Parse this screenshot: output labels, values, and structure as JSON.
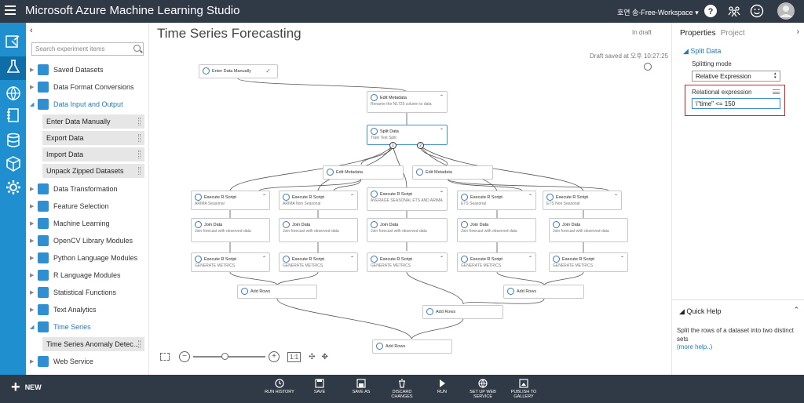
{
  "app": {
    "title": "Microsoft Azure Machine Learning Studio",
    "workspace": "호연 송-Free-Workspace"
  },
  "palette": {
    "search_placeholder": "Search experiment items",
    "categories": [
      {
        "label": "Saved Datasets",
        "icon": "datasets-icon"
      },
      {
        "label": "Data Format Conversions",
        "icon": "convert-icon"
      },
      {
        "label": "Data Input and Output",
        "icon": "io-icon"
      },
      {
        "label": "Data Transformation",
        "icon": "transform-icon"
      },
      {
        "label": "Feature Selection",
        "icon": "feature-icon"
      },
      {
        "label": "Machine Learning",
        "icon": "ml-icon"
      },
      {
        "label": "OpenCV Library Modules",
        "icon": "opencv-icon"
      },
      {
        "label": "Python Language Modules",
        "icon": "python-icon"
      },
      {
        "label": "R Language Modules",
        "icon": "r-icon"
      },
      {
        "label": "Statistical Functions",
        "icon": "stats-icon"
      },
      {
        "label": "Text Analytics",
        "icon": "text-icon"
      },
      {
        "label": "Time Series",
        "icon": "timeseries-icon"
      },
      {
        "label": "Web Service",
        "icon": "web-icon"
      }
    ],
    "io_items": [
      "Enter Data Manually",
      "Export Data",
      "Import Data",
      "Unpack Zipped Datasets"
    ],
    "ts_items": [
      "Time Series Anomaly Detec..."
    ]
  },
  "experiment": {
    "title": "Time Series Forecasting",
    "status": "In draft",
    "saved": "Draft saved at 오후 10:27:25"
  },
  "nodes": {
    "enter": {
      "title": "Enter Data Manually"
    },
    "edit1": {
      "title": "Edit Metadata",
      "sub": "Rename the N1725 column to data"
    },
    "split": {
      "title": "Split Data",
      "sub": "Train Test Split"
    },
    "edit2": {
      "title": "Edit Metadata"
    },
    "edit3": {
      "title": "Edit Metadata"
    },
    "r1": {
      "title": "Execute R Script",
      "sub": "ARIMA Seasonal"
    },
    "r2": {
      "title": "Execute R Script",
      "sub": "ARIMA Non Seasonal"
    },
    "r3": {
      "title": "Execute R Script",
      "sub": "AVERAGE SEASONAL ETS AND ARIMA"
    },
    "r4": {
      "title": "Execute R Script",
      "sub": "ETS Seasonal"
    },
    "r5": {
      "title": "Execute R Script",
      "sub": "ETS Non Seasonal"
    },
    "j1": {
      "title": "Join Data",
      "sub": "Join forecast with observed data"
    },
    "j2": {
      "title": "Join Data",
      "sub": "Join forecast with observed data"
    },
    "j3": {
      "title": "Join Data",
      "sub": "Join forecast with observed data"
    },
    "j4": {
      "title": "Join Data",
      "sub": "Join forecast with observed data"
    },
    "j5": {
      "title": "Join Data",
      "sub": "Join forecast with observed data"
    },
    "g1": {
      "title": "Execute R Script",
      "sub": "GENERATE METRICS"
    },
    "g2": {
      "title": "Execute R Script",
      "sub": "GENERATE METRICS"
    },
    "g3": {
      "title": "Execute R Script",
      "sub": "GENERATE METRICS"
    },
    "g4": {
      "title": "Execute R Script",
      "sub": "GENERATE METRICS"
    },
    "g5": {
      "title": "Execute R Script",
      "sub": "GENERATE METRICS"
    },
    "a1": {
      "title": "Add Rows"
    },
    "a2": {
      "title": "Add Rows"
    },
    "a3": {
      "title": "Add Rows"
    },
    "a4": {
      "title": "Add Rows"
    },
    "port1": "1",
    "port2": "2"
  },
  "zoom": {
    "fit_label": "1:1"
  },
  "properties": {
    "tab_properties": "Properties",
    "tab_project": "Project",
    "section": "Split Data",
    "splitting_mode_label": "Splitting mode",
    "splitting_mode_value": "Relative Expression",
    "relational_label": "Relational expression",
    "relational_value": "\\\"time\" <= 150",
    "quick_help_title": "Quick Help",
    "quick_help_text": "Split the rows of a dataset into two distinct sets",
    "more_help": "(more help..)"
  },
  "bottom": {
    "new_label": "NEW",
    "buttons": [
      "RUN HISTORY",
      "SAVE",
      "SAVE AS",
      "DISCARD CHANGES",
      "RUN",
      "SET UP WEB SERVICE",
      "PUBLISH TO GALLERY"
    ]
  }
}
